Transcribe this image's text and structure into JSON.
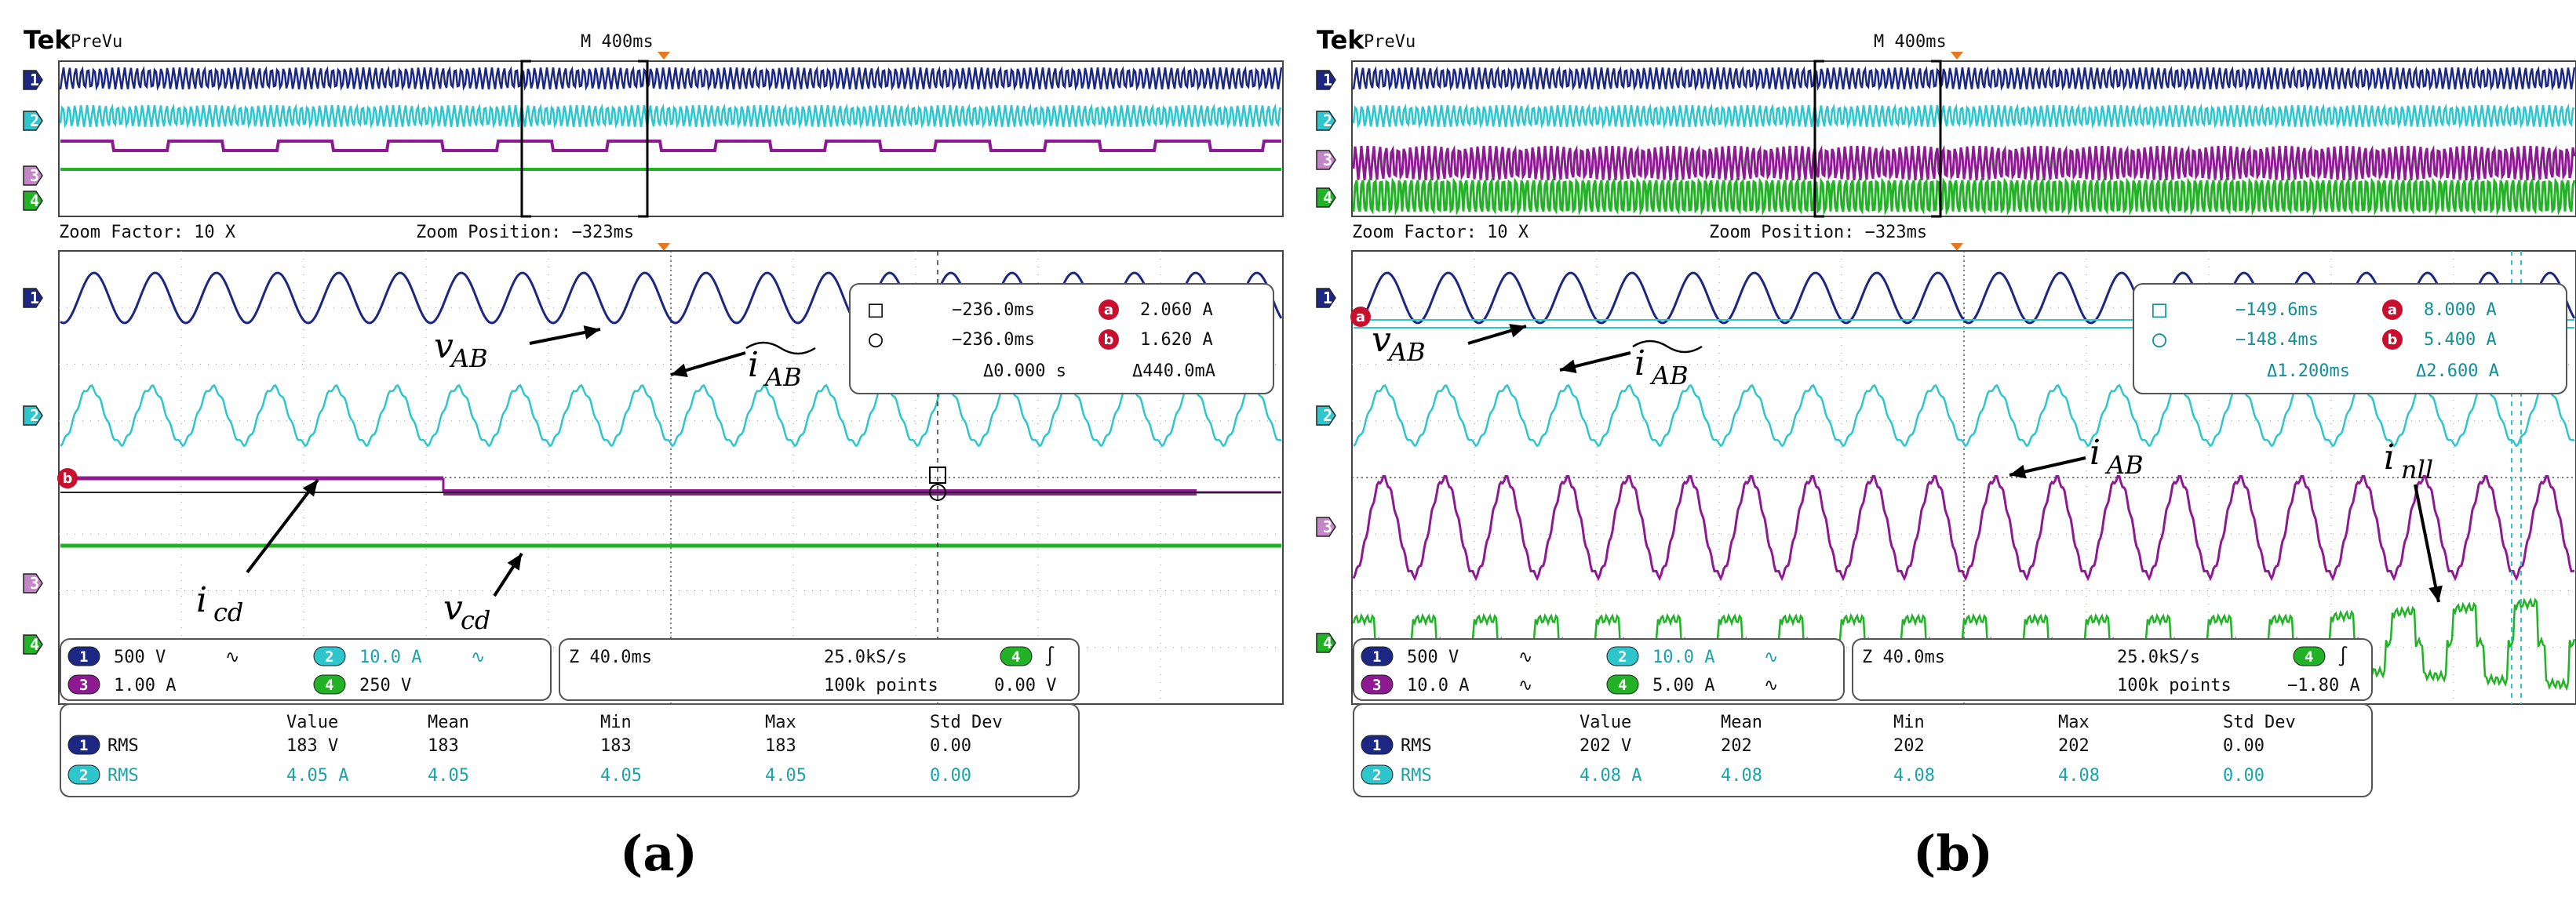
{
  "colors": {
    "ch1": "#1c2784",
    "ch2": "#2cc6cc",
    "ch3": "#8e1a93",
    "ch4": "#21b226",
    "ch3_marker": "#c486c8",
    "marker_red": "#c8102e",
    "grid": "#9a9a9a",
    "orange": "#e6781e"
  },
  "panels": [
    {
      "id": "a",
      "caption": "(a)",
      "brand": "Tek",
      "mode": "PreVu",
      "timebase": "M 400ms",
      "zoom_factor": "Zoom Factor: 10 X",
      "zoom_position": "Zoom Position: −323ms",
      "channel_markers": [
        "1",
        "2",
        "3",
        "4"
      ],
      "cursor_box": {
        "row1": {
          "symbol": "□",
          "time": "−236.0ms",
          "badge": "a",
          "value": "2.060 A"
        },
        "row2": {
          "symbol": "○",
          "time": "−236.0ms",
          "badge": "b",
          "value": "1.620 A"
        },
        "row3": {
          "delta_time": "Δ0.000 s",
          "delta_value": "Δ440.0mA"
        }
      },
      "trace_labels": {
        "vab": {
          "main": "v",
          "sub": "AB"
        },
        "iab_filtered": {
          "main": "i",
          "sub": "AB"
        },
        "icd": {
          "main": "i",
          "sub": "cd"
        },
        "vcd": {
          "main": "v",
          "sub": "cd"
        }
      },
      "channel_settings": [
        {
          "ch": "1",
          "scale": "500 V",
          "coupling": "∿"
        },
        {
          "ch": "2",
          "scale": "10.0 A",
          "coupling": "∿"
        },
        {
          "ch": "3",
          "scale": "1.00 A",
          "coupling": ""
        },
        {
          "ch": "4",
          "scale": "250 V",
          "coupling": ""
        }
      ],
      "acquisition": {
        "zoom_time": "Z 40.0ms",
        "sample_rate": "25.0kS/s",
        "points": "100k points",
        "trigger_ch": "4",
        "trigger_symbol": "∫",
        "trigger_level": "0.00 V"
      },
      "measurements": {
        "headers": [
          "Value",
          "Mean",
          "Min",
          "Max",
          "Std Dev"
        ],
        "rows": [
          {
            "ch": "1",
            "type": "RMS",
            "cells": [
              "183 V",
              "183",
              "183",
              "183",
              "0.00"
            ]
          },
          {
            "ch": "2",
            "type": "RMS",
            "cells": [
              "4.05 A",
              "4.05",
              "4.05",
              "4.05",
              "0.00"
            ]
          }
        ]
      }
    },
    {
      "id": "b",
      "caption": "(b)",
      "brand": "Tek",
      "mode": "PreVu",
      "timebase": "M 400ms",
      "zoom_factor": "Zoom Factor: 10 X",
      "zoom_position": "Zoom Position: −323ms",
      "channel_markers": [
        "1",
        "2",
        "3",
        "4"
      ],
      "cursor_box": {
        "row1": {
          "symbol": "□",
          "time": "−149.6ms",
          "badge": "a",
          "value": "8.000 A"
        },
        "row2": {
          "symbol": "○",
          "time": "−148.4ms",
          "badge": "b",
          "value": "5.400 A"
        },
        "row3": {
          "delta_time": "Δ1.200ms",
          "delta_value": "Δ2.600 A"
        }
      },
      "trace_labels": {
        "vab": {
          "main": "v",
          "sub": "AB"
        },
        "iab_filtered": {
          "main": "i",
          "sub": "AB"
        },
        "iab": {
          "main": "i",
          "sub": "AB"
        },
        "inll": {
          "main": "i",
          "sub": "nll"
        }
      },
      "channel_settings": [
        {
          "ch": "1",
          "scale": "500 V",
          "coupling": "∿"
        },
        {
          "ch": "2",
          "scale": "10.0 A",
          "coupling": "∿"
        },
        {
          "ch": "3",
          "scale": "10.0 A",
          "coupling": "∿"
        },
        {
          "ch": "4",
          "scale": "5.00 A",
          "coupling": "∿"
        }
      ],
      "acquisition": {
        "zoom_time": "Z 40.0ms",
        "sample_rate": "25.0kS/s",
        "points": "100k points",
        "trigger_ch": "4",
        "trigger_symbol": "∫",
        "trigger_level": "−1.80 A"
      },
      "measurements": {
        "headers": [
          "Value",
          "Mean",
          "Min",
          "Max",
          "Std Dev"
        ],
        "rows": [
          {
            "ch": "1",
            "type": "RMS",
            "cells": [
              "202 V",
              "202",
              "202",
              "202",
              "0.00"
            ]
          },
          {
            "ch": "2",
            "type": "RMS",
            "cells": [
              "4.08 A",
              "4.08",
              "4.08",
              "4.08",
              "0.00"
            ]
          }
        ]
      }
    }
  ],
  "chart_data": [
    {
      "type": "line",
      "panel": "a",
      "title": "",
      "xlabel": "",
      "ylabel": "",
      "x_window_ms": 400,
      "series": [
        {
          "name": "v_AB",
          "channel": "1",
          "waveform": "sine",
          "cycles_in_window": 20,
          "vertical_scale": "500 V/div",
          "rms": "183 V"
        },
        {
          "name": "i~_AB",
          "channel": "2",
          "waveform": "sine",
          "cycles_in_window": 20,
          "vertical_scale": "10.0 A/div",
          "rms": "4.05 A"
        },
        {
          "name": "i_cd",
          "channel": "3",
          "waveform": "dc",
          "vertical_scale": "1.00 A/div",
          "cursor_levels": [
            "2.060 A",
            "1.620 A"
          ]
        },
        {
          "name": "v_cd",
          "channel": "4",
          "waveform": "dc",
          "vertical_scale": "250 V/div"
        }
      ]
    },
    {
      "type": "line",
      "panel": "b",
      "title": "",
      "xlabel": "",
      "ylabel": "",
      "x_window_ms": 400,
      "series": [
        {
          "name": "v_AB",
          "channel": "1",
          "waveform": "sine",
          "cycles_in_window": 20,
          "vertical_scale": "500 V/div",
          "rms": "202 V"
        },
        {
          "name": "i~_AB",
          "channel": "2",
          "waveform": "sine",
          "cycles_in_window": 20,
          "vertical_scale": "10.0 A/div",
          "rms": "4.08 A"
        },
        {
          "name": "i_AB",
          "channel": "3",
          "waveform": "sine",
          "cycles_in_window": 20,
          "vertical_scale": "10.0 A/div"
        },
        {
          "name": "i_nll",
          "channel": "4",
          "waveform": "square-pulse",
          "cycles_in_window": 20,
          "vertical_scale": "5.00 A/div",
          "cursor_levels": [
            "8.000 A",
            "5.400 A"
          ]
        }
      ]
    }
  ]
}
